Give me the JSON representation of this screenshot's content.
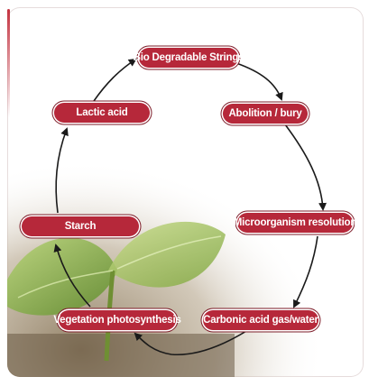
{
  "diagram": {
    "steps": [
      {
        "id": "bio_degradable_strings",
        "label": "Bio Degradable Strings"
      },
      {
        "id": "abolition_bury",
        "label": "Abolition  / bury"
      },
      {
        "id": "microorganism_resolution",
        "label": "Microorganism resolution"
      },
      {
        "id": "carbonic_acid_gas_water",
        "label": "Carbonic acid gas/water"
      },
      {
        "id": "vegetation_photosynthesis",
        "label": "Vegetation photosynthesis"
      },
      {
        "id": "starch",
        "label": "Starch"
      },
      {
        "id": "lactic_acid",
        "label": "Lactic  acid"
      }
    ],
    "flow": "clockwise",
    "colors": {
      "node_fill": "#b6283a",
      "node_text": "#ffffff",
      "arrow": "#1a1a1a",
      "frame_accent": "#c4323f"
    }
  }
}
